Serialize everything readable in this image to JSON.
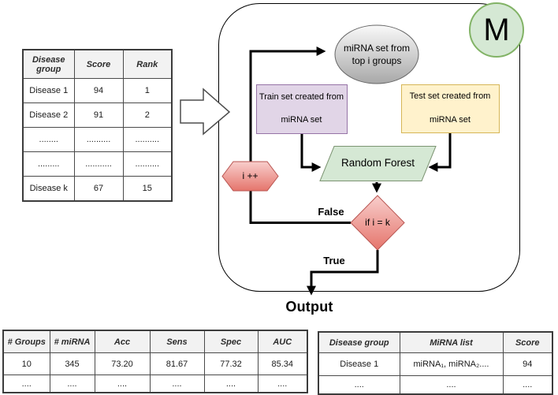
{
  "flowchart": {
    "m_badge": "M",
    "mirna_set": "miRNA set from\ntop i groups",
    "train_box": "Train set created from\n\nmiRNA set",
    "test_box": "Test set created from\n\nmiRNA set",
    "random_forest": "Random Forest",
    "increment": "i ++",
    "condition": "if i = k",
    "false_label": "False",
    "true_label": "True",
    "output_label": "Output"
  },
  "colors": {
    "container_stroke": "#000000",
    "ellipse_fill_top": "#f9f9f9",
    "ellipse_fill_bottom": "#a8a8a8",
    "ellipse_stroke": "#666666",
    "train_fill": "#e1d5e7",
    "train_stroke": "#9673a6",
    "test_fill": "#fff2cc",
    "test_stroke": "#d6b656",
    "forest_fill": "#d5e8d4",
    "forest_stroke": "#7c9472",
    "red_fill_top": "#f8cecc",
    "red_fill_bottom": "#e5756c",
    "red_stroke": "#b85450",
    "m_fill": "#d5e8d4",
    "m_stroke": "#82b366",
    "connector": "#000000",
    "table_header_bg": "#f2f2f2"
  },
  "tables": {
    "rank": {
      "headers": [
        "Disease group",
        "Score",
        "Rank"
      ],
      "rows": [
        [
          "Disease 1",
          "94",
          "1"
        ],
        [
          "Disease 2",
          "91",
          "2"
        ],
        [
          "........",
          "..........",
          ".........."
        ],
        [
          ".........",
          "...........",
          ".........."
        ],
        [
          "Disease k",
          "67",
          "15"
        ]
      ]
    },
    "metrics": {
      "headers": [
        "# Groups",
        "# miRNA",
        "Acc",
        "Sens",
        "Spec",
        "AUC"
      ],
      "rows": [
        [
          "10",
          "345",
          "73.20",
          "81.67",
          "77.32",
          "85.34"
        ],
        [
          "....",
          "....",
          "....",
          "....",
          "....",
          "...."
        ]
      ]
    },
    "results": {
      "headers": [
        "Disease group",
        "MiRNA list",
        "Score"
      ],
      "rows": [
        [
          "Disease 1",
          "miRNA₁, miRNA₂....",
          "94"
        ],
        [
          "....",
          "....",
          "...."
        ]
      ]
    }
  }
}
